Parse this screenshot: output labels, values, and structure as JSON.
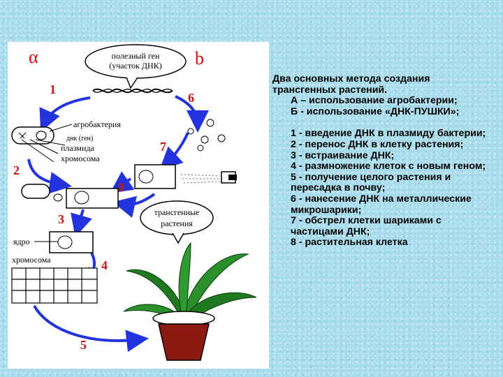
{
  "diagram": {
    "alpha_label": "α",
    "b_label": "b",
    "useful_gene_line1": "полезный ген",
    "useful_gene_line2": "(участок ДНК)",
    "agrobacterium": "агробактерия",
    "dna_gene": "днк (ген)",
    "plasmid": "плазмида",
    "chromosome": "хромосома",
    "nucleus": "ядро",
    "chromosome2": "хромосома",
    "transgenic_line1": "трансгенные",
    "transgenic_line2": "растения",
    "step_numbers": [
      "1",
      "2",
      "3",
      "4",
      "5",
      "6",
      "7",
      "8"
    ],
    "arrow_color": "#2233dd",
    "number_color": "#cc1111"
  },
  "text": {
    "title": "Два основных метода создания трансгенных растений.",
    "method_a": "А – использование агробактерии;",
    "method_b": "Б - использование «ДНК-ПУШКИ»;",
    "steps": [
      "1 - введение ДНК в плазмиду бактерии;",
      "2 - перенос ДНК в клетку растения;",
      "3 - встраивание ДНК;",
      "4 - размножение клеток с новым геном;",
      "5 - получение целого растения и пересадка в почву;",
      "6 - нанесение ДНК на металлические микрошарики;",
      "7 - обстрел клетки шариками с частицами ДНК;",
      "8 - растительная клетка"
    ]
  }
}
